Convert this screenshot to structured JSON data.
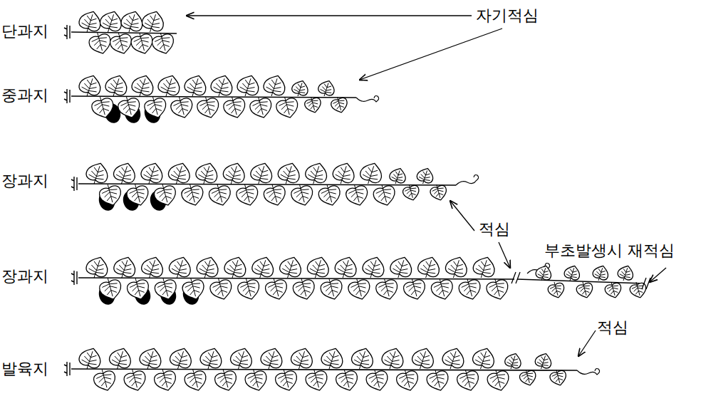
{
  "diagram": {
    "labels": [
      "단과지",
      "자기적심",
      "중과지",
      "장과지",
      "적심",
      "부초발생시 재적심",
      "장과지",
      "적심",
      "발육지"
    ]
  }
}
